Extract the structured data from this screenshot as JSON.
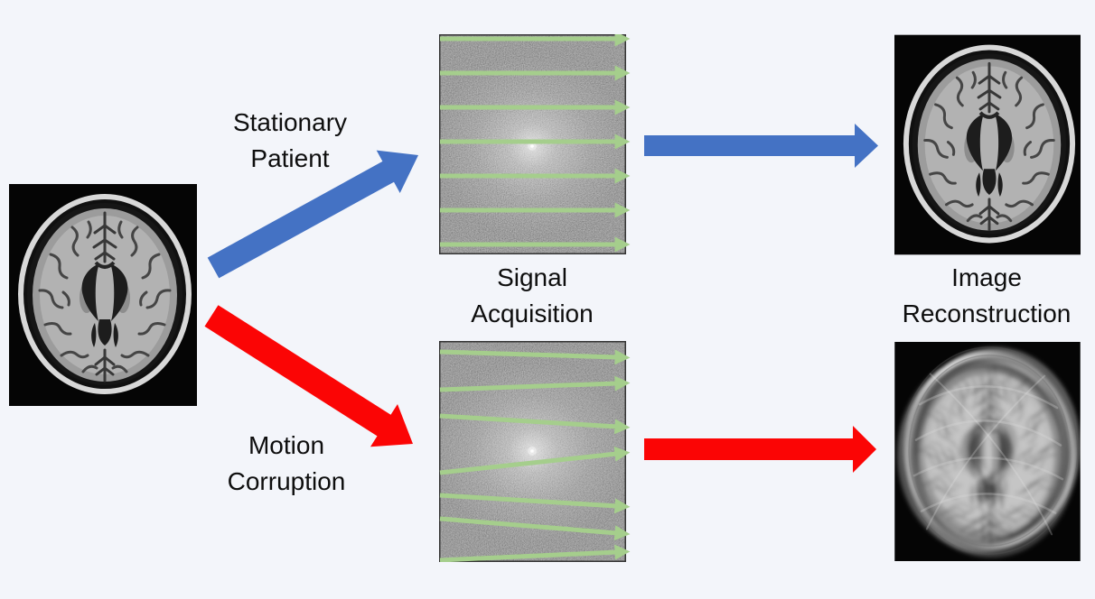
{
  "background_color": "#F3F5FA",
  "colors": {
    "background": "#F3F5FA",
    "text": "#0E0E0E",
    "arrow_blue": "#4472C4",
    "arrow_red": "#FB0505",
    "scan_green": "#A5CE8C"
  },
  "labels": {
    "stationary": {
      "line1": "Stationary",
      "line2": "Patient"
    },
    "motion": {
      "line1": "Motion",
      "line2": "Corruption"
    },
    "signal_acquisition": {
      "line1": "Signal",
      "line2": "Acquisition"
    },
    "image_reconstruction": {
      "line1": "Image",
      "line2": "Reconstruction"
    }
  },
  "icons": {
    "stationary_arrow": "thick-diagonal-up-right-arrow",
    "motion_arrow": "thick-diagonal-down-right-arrow",
    "stationary_recon_arrow": "thick-right-arrow",
    "motion_recon_arrow": "thick-right-arrow",
    "scan_line_arrow": "right-arrow",
    "input_image": "axial-brain-mri",
    "kspace_stationary": "k-space-magnitude-with-straight-readout-lines",
    "kspace_motion": "k-space-magnitude-with-tilted-readout-lines",
    "recon_clean": "axial-brain-mri-sharp",
    "recon_corrupted": "axial-brain-mri-motion-blurred"
  },
  "kspace": {
    "stationary_lines": [
      [
        1,
        5,
        197,
        5
      ],
      [
        1,
        43,
        197,
        43
      ],
      [
        1,
        81,
        197,
        81
      ],
      [
        1,
        119,
        197,
        119
      ],
      [
        1,
        157,
        197,
        157
      ],
      [
        1,
        195,
        197,
        195
      ],
      [
        1,
        233,
        197,
        233
      ]
    ],
    "motion_lines": [
      [
        1,
        12,
        197,
        18
      ],
      [
        1,
        54,
        197,
        47
      ],
      [
        1,
        83,
        197,
        95
      ],
      [
        1,
        146,
        197,
        125
      ],
      [
        1,
        171,
        197,
        183
      ],
      [
        1,
        197,
        197,
        213
      ],
      [
        1,
        243,
        197,
        234
      ]
    ]
  }
}
